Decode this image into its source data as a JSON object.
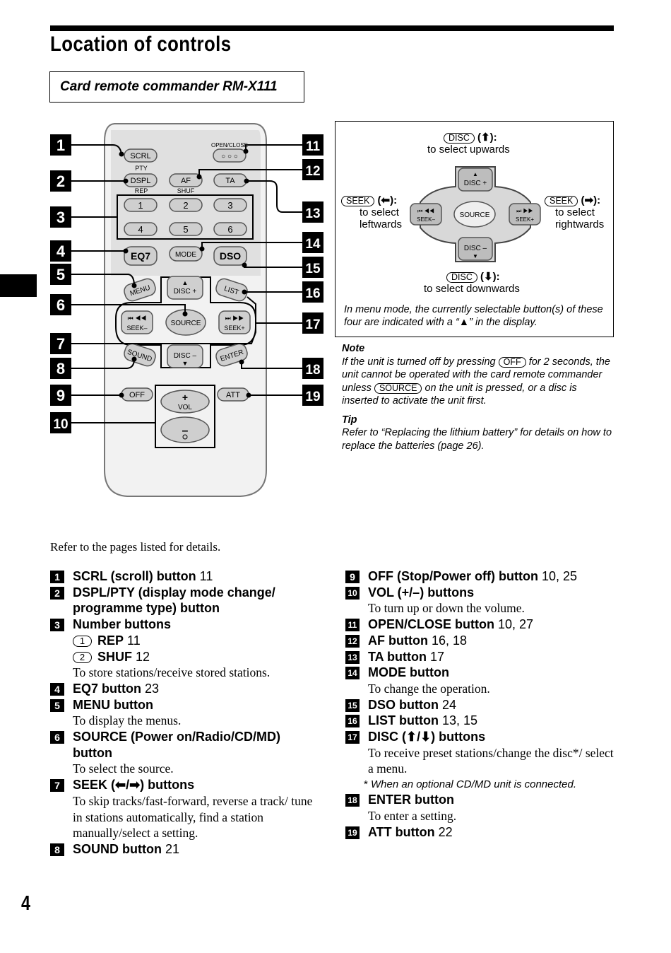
{
  "header": {
    "title": "Location of controls",
    "subtitle": "Card remote commander RM-X111"
  },
  "remote": {
    "callouts": [
      "1",
      "2",
      "3",
      "4",
      "5",
      "6",
      "7",
      "8",
      "9",
      "10",
      "11",
      "12",
      "13",
      "14",
      "15",
      "16",
      "17",
      "18",
      "19"
    ],
    "buttons": {
      "scrl": "SCRL",
      "pty": "PTY",
      "dspl": "DSPL",
      "af": "AF",
      "ta": "TA",
      "rep": "REP",
      "shuf": "SHUF",
      "n1": "1",
      "n2": "2",
      "n3": "3",
      "n4": "4",
      "n5": "5",
      "n6": "6",
      "eq7": "EQ7",
      "mode": "MODE",
      "dso": "DSO",
      "menu": "MENU",
      "list": "LIST",
      "disc_up": "DISC +",
      "disc_down": "DISC –",
      "seek_left": "SEEK–",
      "seek_right": "SEEK+",
      "source": "SOURCE",
      "sound": "SOUND",
      "enter": "ENTER",
      "off": "OFF",
      "att": "ATT",
      "vol_plus": "+",
      "vol": "VOL",
      "vol_minus": "–",
      "open_close": "OPEN/CLOSE"
    }
  },
  "disc_panel": {
    "top_key": "DISC",
    "top_arrow": "(⬆):",
    "top_text": "to select upwards",
    "left_key": "SEEK",
    "left_arrow": "(⬅):",
    "left_text1": "to select",
    "left_text2": "leftwards",
    "right_key": "SEEK",
    "right_arrow": "(➡):",
    "right_text1": "to select",
    "right_text2": "rightwards",
    "bottom_key": "DISC",
    "bottom_arrow": "(⬇):",
    "bottom_text": "to select downwards",
    "pad_disc_up": "DISC +",
    "pad_disc_down": "DISC –",
    "pad_seek_left": "SEEK–",
    "pad_seek_right": "SEEK+",
    "pad_source": "SOURCE",
    "caption": "In menu mode, the currently selectable button(s) of these four are indicated with a “▲” in the display."
  },
  "note": {
    "heading": "Note",
    "text_a": "If the unit is turned off by pressing",
    "key_off": "OFF",
    "text_b": "for 2 seconds, the unit cannot be operated with the card remote commander unless",
    "key_source": "SOURCE",
    "text_c": "on the unit is pressed, or a disc is inserted to activate the unit first."
  },
  "tip": {
    "heading": "Tip",
    "text": "Refer to “Replacing the lithium battery” for details on how to replace the batteries (page 26)."
  },
  "intro": "Refer to the pages listed for details.",
  "items": [
    {
      "num": "1",
      "title": "SCRL (scroll) button",
      "pages": "11"
    },
    {
      "num": "2",
      "title": "DSPL/PTY (display mode change/ programme type) button",
      "pages": ""
    },
    {
      "num": "3",
      "title": "Number buttons",
      "pages": "",
      "sub1_c": "1",
      "sub1_t": "REP",
      "sub1_p": "11",
      "sub2_c": "2",
      "sub2_t": "SHUF",
      "sub2_p": "12",
      "desc": "To store stations/receive stored stations."
    },
    {
      "num": "4",
      "title": "EQ7 button",
      "pages": "23"
    },
    {
      "num": "5",
      "title": "MENU button",
      "pages": "",
      "desc": "To display the menus."
    },
    {
      "num": "6",
      "title": "SOURCE (Power on/Radio/CD/MD) button",
      "pages": "",
      "desc": "To select the source."
    },
    {
      "num": "7",
      "title": "SEEK (⬅/➡) buttons",
      "pages": "",
      "desc": "To skip tracks/fast-forward, reverse a track/ tune in stations automatically, find a station manually/select a setting."
    },
    {
      "num": "8",
      "title": "SOUND button",
      "pages": "21"
    },
    {
      "num": "9",
      "title": "OFF (Stop/Power off) button",
      "pages": "10, 25"
    },
    {
      "num": "10",
      "title": "VOL (+/–) buttons",
      "pages": "",
      "desc": "To turn up or down the volume."
    },
    {
      "num": "11",
      "title": "OPEN/CLOSE button",
      "pages": "10, 27"
    },
    {
      "num": "12",
      "title": "AF button",
      "pages": "16, 18"
    },
    {
      "num": "13",
      "title": "TA button",
      "pages": "17"
    },
    {
      "num": "14",
      "title": "MODE button",
      "pages": "",
      "desc": "To change the operation."
    },
    {
      "num": "15",
      "title": "DSO button",
      "pages": "24"
    },
    {
      "num": "16",
      "title": "LIST button",
      "pages": "13, 15"
    },
    {
      "num": "17",
      "title": "DISC (⬆/⬇) buttons",
      "pages": "",
      "desc": "To receive preset stations/change the disc*/ select a menu.",
      "footnote": "When an optional CD/MD unit is connected.",
      "footmark": "*"
    },
    {
      "num": "18",
      "title": "ENTER button",
      "pages": "",
      "desc": "To enter a setting."
    },
    {
      "num": "19",
      "title": "ATT button",
      "pages": "22"
    }
  ],
  "page_number": "4"
}
